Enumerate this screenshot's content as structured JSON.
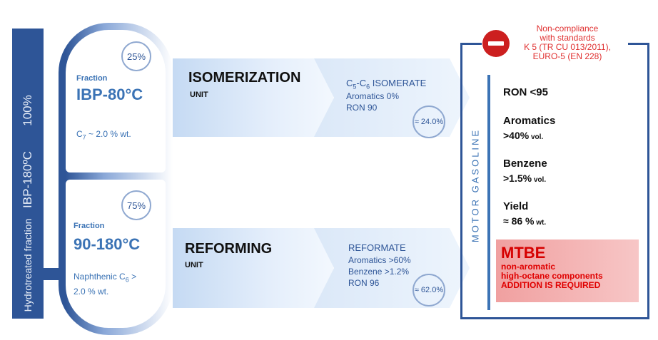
{
  "left_bar": {
    "percent": "100%",
    "range": "IBP-180ºC",
    "caption": "Hydrotreated fraction"
  },
  "fractions": [
    {
      "share": "25%",
      "label": "Fraction",
      "range": "IBP-80°C",
      "note_prefix": "C",
      "note_sub": "7",
      "note_suffix": " ~ 2.0 % wt."
    },
    {
      "share": "75%",
      "label": "Fraction",
      "range": "90-180°C",
      "note_line1": "Naphthenic C",
      "note_sub": "6",
      "note_line1_end": " >",
      "note_line2": "2.0 % wt."
    }
  ],
  "units": [
    {
      "title": "ISOMERIZATION",
      "subtitle": "UNIT",
      "product_c1": "C",
      "product_s1": "5",
      "product_dash": "-C",
      "product_s2": "6",
      "product_name": " ISOMERATE",
      "lines": [
        "Aromatics 0%",
        "RON 90"
      ],
      "yield": "≈ 24.0%"
    },
    {
      "title": "REFORMING",
      "subtitle": "UNIT",
      "product_name": "REFORMATE",
      "lines": [
        "Aromatics >60%",
        "Benzene >1.2%",
        "RON 96"
      ],
      "yield": "≈ 62.0%"
    }
  ],
  "gasoline": {
    "label": "MOTOR GASOLINE",
    "specs": [
      {
        "title": "RON <95",
        "value": "",
        "unit": ""
      },
      {
        "title": "Aromatics",
        "value": ">40%",
        "unit": " vol."
      },
      {
        "title": "Benzene",
        "value": ">1.5%",
        "unit": " vol."
      },
      {
        "title": "Yield",
        "value": "≈ 86 %",
        "unit": " wt."
      }
    ],
    "noncompliance": [
      "Non-compliance",
      "with standards",
      "K 5 (TR CU 013/2011),",
      "EURO-5 (EN 228)"
    ],
    "mtbe": {
      "title": "MTBE",
      "lines": [
        "non-aromatic",
        "high-octane components",
        "ADDITION IS REQUIRED"
      ]
    }
  },
  "colors": {
    "navy": "#2e5597",
    "blue_text": "#3b73b5",
    "red": "#cc1f1f",
    "mtbe_bg": "#f0a0a0"
  }
}
